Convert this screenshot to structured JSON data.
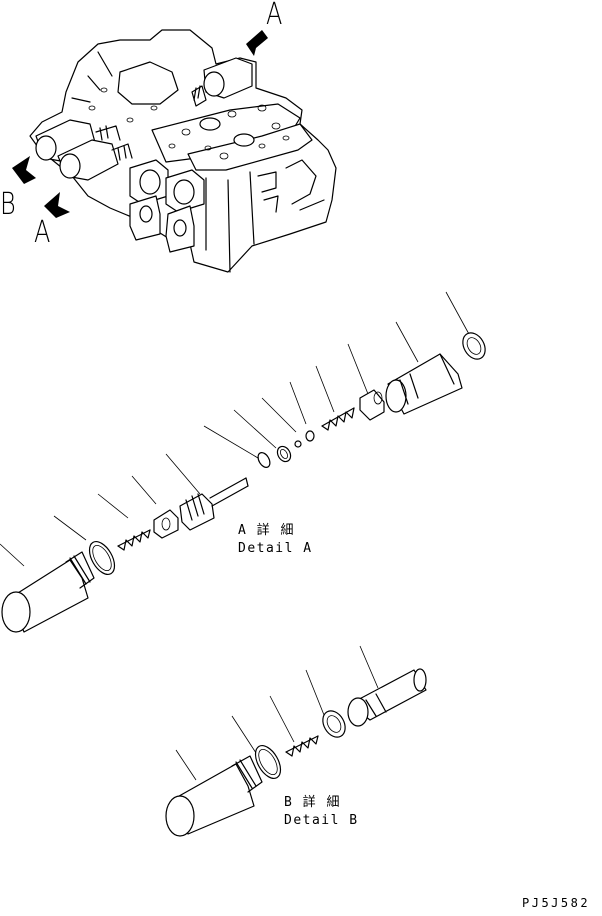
{
  "labels": {
    "view_a_top": "A",
    "view_a_left": "A",
    "view_b_left": "B",
    "detail_a_jp": "A 詳 細",
    "detail_a_en": "Detail A",
    "detail_b_jp": "B 詳 細",
    "detail_b_en": "Detail B",
    "drawing_code": "PJ5J582"
  },
  "colors": {
    "line": "#000000",
    "background": "#ffffff"
  }
}
